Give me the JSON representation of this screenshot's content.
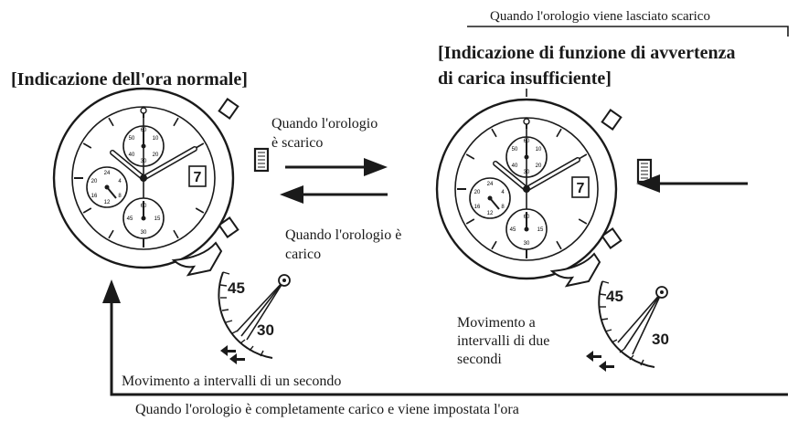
{
  "headings": {
    "normal": "[Indicazione dell'ora normale]",
    "warning_line1": "[Indicazione di funzione di avvertenza",
    "warning_line2": "di carica insufficiente]"
  },
  "captions": {
    "left_unattended": "Quando l'orologio viene lasciato scarico",
    "discharged_line1": "Quando l'orologio",
    "discharged_line2": "è scarico",
    "charged_line1": "Quando l'orologio è",
    "charged_line2": "carico",
    "one_second_move": "Movimento a intervalli di un secondo",
    "full_charge_set_time": "Quando l'orologio è completamente carico e viene impostata l'ora",
    "two_second_line1": "Movimento a",
    "two_second_line2": "intervalli di due",
    "two_second_line3": "secondi"
  },
  "watch": {
    "date": "7",
    "subdial_top": [
      "60",
      "10",
      "20",
      "30",
      "40",
      "50"
    ],
    "subdial_left": [
      "24",
      "4",
      "8",
      "12",
      "16",
      "20"
    ],
    "subdial_bottom": [
      "60",
      "15",
      "30",
      "45"
    ]
  },
  "scale": {
    "label_45": "45",
    "label_30": "30"
  },
  "colors": {
    "line": "#1a1a1a",
    "background": "#ffffff"
  }
}
